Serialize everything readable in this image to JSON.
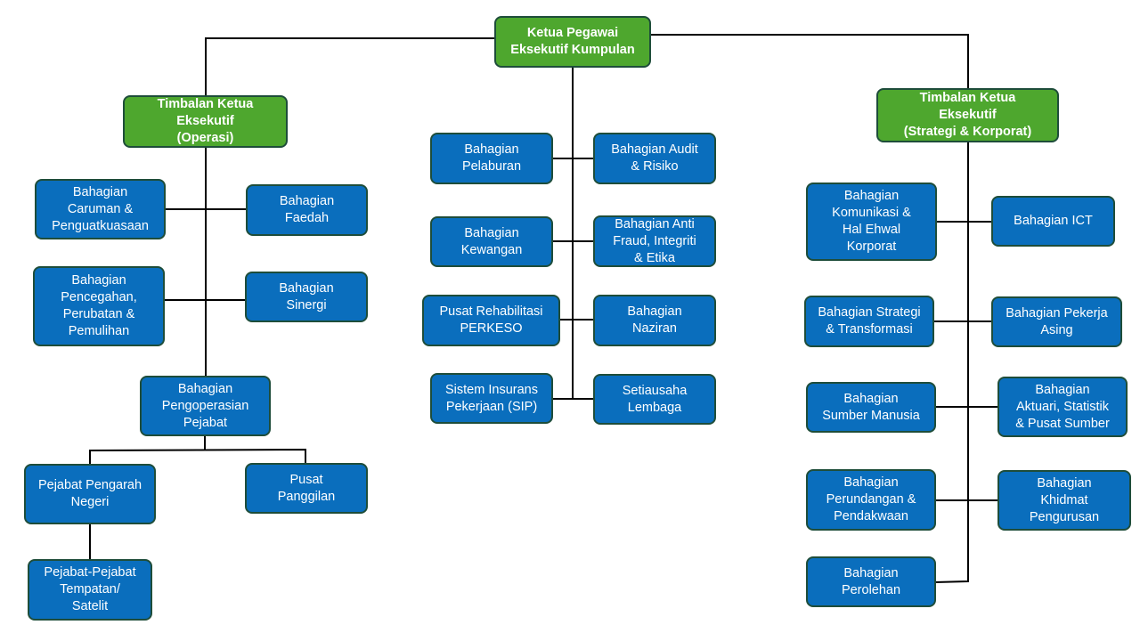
{
  "colors": {
    "executive_fill": "#4ea72e",
    "division_fill": "#0a6ebd",
    "border": "#1e4d3a",
    "connector": "#000000",
    "text": "#ffffff"
  },
  "ceo": {
    "label": "Ketua Pegawai\nEksekutif Kumpulan"
  },
  "deputy_operations": {
    "label": "Timbalan Ketua\nEksekutif\n(Operasi)",
    "units": [
      {
        "label": "Bahagian\nCaruman &\nPenguatkuasaan"
      },
      {
        "label": "Bahagian\nFaedah"
      },
      {
        "label": "Bahagian\nPencegahan,\nPerubatan &\nPemulihan"
      },
      {
        "label": "Bahagian\nSinergi"
      },
      {
        "label": "Bahagian\nPengoperasian\nPejabat"
      },
      {
        "label": "Pejabat Pengarah\nNegeri"
      },
      {
        "label": "Pusat\nPanggilan"
      },
      {
        "label": "Pejabat-Pejabat\nTempatan/\nSatelit"
      }
    ]
  },
  "ceo_direct_units": [
    {
      "label": "Bahagian\nPelaburan"
    },
    {
      "label": "Bahagian Audit\n& Risiko"
    },
    {
      "label": "Bahagian\nKewangan"
    },
    {
      "label": "Bahagian Anti\nFraud, Integriti\n& Etika"
    },
    {
      "label": "Pusat Rehabilitasi\nPERKESO"
    },
    {
      "label": "Bahagian\nNaziran"
    },
    {
      "label": "Sistem Insurans\nPekerjaan (SIP)"
    },
    {
      "label": "Setiausaha\nLembaga"
    }
  ],
  "deputy_strategy": {
    "label": "Timbalan Ketua\nEksekutif\n(Strategi & Korporat)",
    "units": [
      {
        "label": "Bahagian\nKomunikasi &\nHal Ehwal\nKorporat"
      },
      {
        "label": "Bahagian ICT"
      },
      {
        "label": "Bahagian Strategi\n& Transformasi"
      },
      {
        "label": "Bahagian Pekerja\nAsing"
      },
      {
        "label": "Bahagian\nSumber Manusia"
      },
      {
        "label": "Bahagian\nAktuari, Statistik\n& Pusat Sumber"
      },
      {
        "label": "Bahagian\nPerundangan &\nPendakwaan"
      },
      {
        "label": "Bahagian\nKhidmat\nPengurusan"
      },
      {
        "label": "Bahagian\nPerolehan"
      }
    ]
  }
}
